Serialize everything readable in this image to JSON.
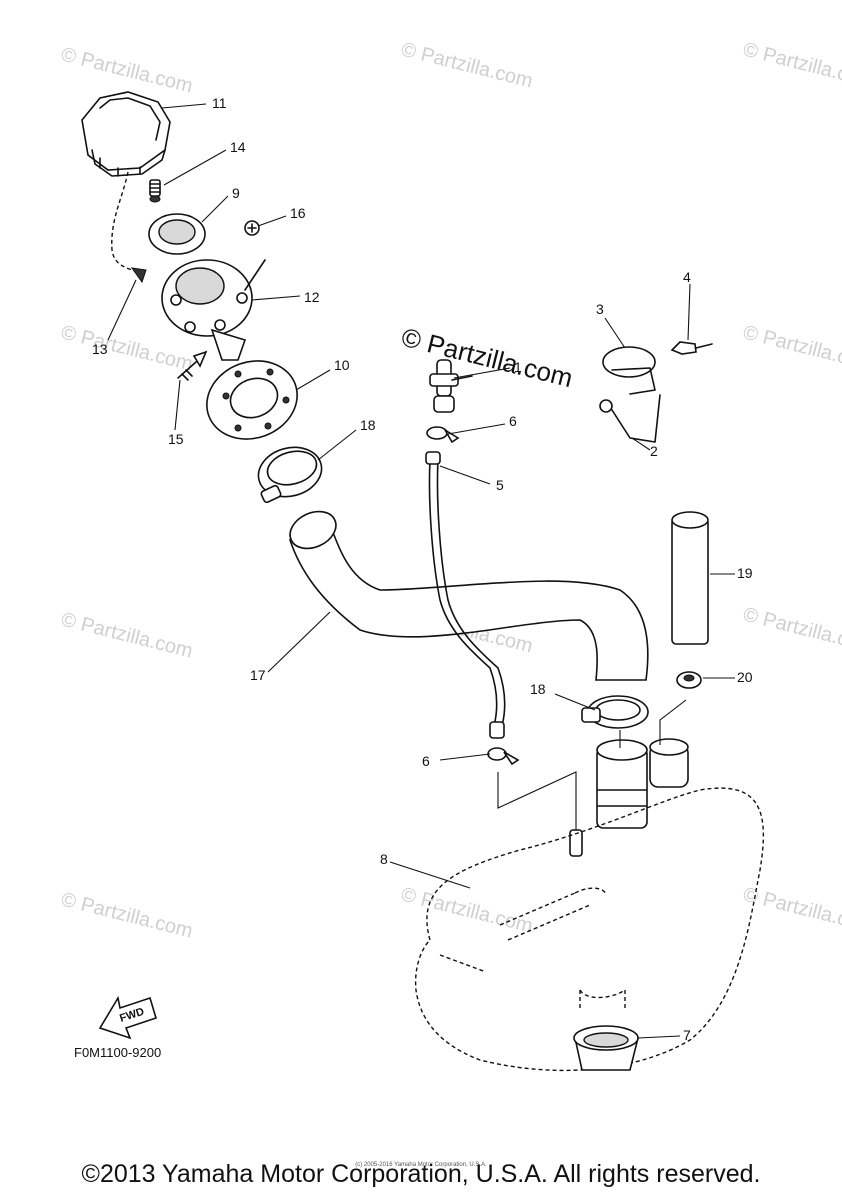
{
  "diagram": {
    "callouts": [
      "11",
      "14",
      "9",
      "16",
      "12",
      "13",
      "15",
      "10",
      "18",
      "17",
      "1",
      "6",
      "5",
      "3",
      "4",
      "2",
      "19",
      "20",
      "18",
      "6",
      "8",
      "7"
    ],
    "figure_code": "F0M1100-9200",
    "fwd_label": "FWD",
    "watermark": "© Partzilla.com",
    "watermark_main": "© Partzilla.com"
  },
  "footer": {
    "copyright": "©2013 Yamaha Motor Corporation, U.S.A. All rights reserved.",
    "small_copyright": "(c) 2005-2016 Yamaha Motor Corporation, U.S.A."
  }
}
